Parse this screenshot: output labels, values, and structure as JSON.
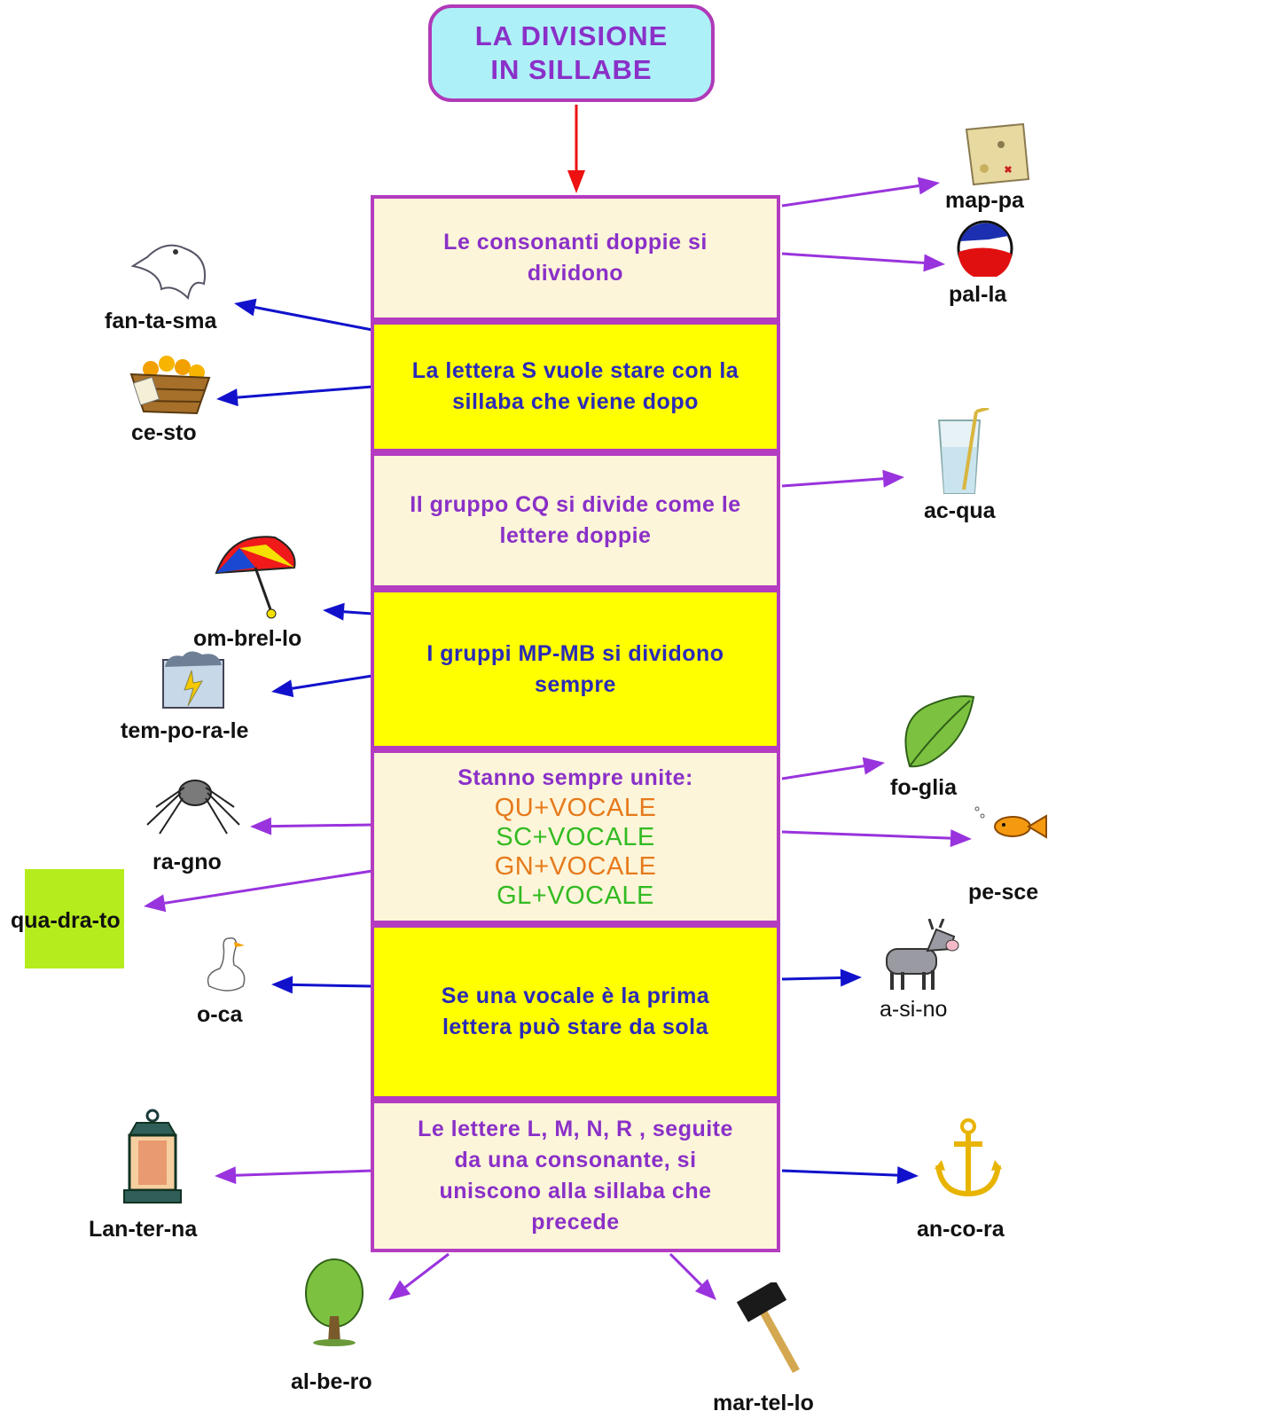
{
  "title": {
    "line1": "LA  DIVISIONE",
    "line2": "IN  SILLABE"
  },
  "rules": [
    {
      "lines": [
        "Le consonanti  doppie  si",
        "dividono"
      ]
    },
    {
      "lines": [
        "La lettera S vuole stare con la",
        "sillaba  che viene  dopo"
      ]
    },
    {
      "lines": [
        "Il gruppo  CQ si divide  come le",
        "lettere doppie"
      ]
    },
    {
      "lines": [
        "I gruppi  MP-MB  si dividono",
        "sempre"
      ]
    },
    {
      "lines": [
        "Stanno  sempre  unite:"
      ],
      "combos": [
        "QU+VOCALE",
        "SC+VOCALE",
        "GN+VOCALE",
        "GL+VOCALE"
      ]
    },
    {
      "lines": [
        "Se una vocale è la prima",
        "lettera può stare da sola"
      ]
    },
    {
      "lines": [
        "Le lettere L, M, N, R , seguite",
        "da una consonante,  si",
        "uniscono  alla sillaba  che",
        "precede"
      ]
    }
  ],
  "words": {
    "mappa": "map-pa",
    "palla": "pal-la",
    "fantasma": "fan-ta-sma",
    "cesto": "ce-sto",
    "acqua": "ac-qua",
    "ombrello": "om-brel-lo",
    "temporale": "tem-po-ra-le",
    "foglia": "fo-glia",
    "ragno": "ra-gno",
    "pesce": "pe-sce",
    "quadrato": "qua-dra-to",
    "oca": "o-ca",
    "asino": "a-si-no",
    "lanterna": "Lan-ter-na",
    "ancora": "an-co-ra",
    "albero": "al-be-ro",
    "martello": "mar-tel-lo"
  },
  "colors": {
    "title_bg": "#aef0f8",
    "border": "#b33cc0",
    "cream": "#fdf5d9",
    "yellow": "#ffff00",
    "purple_text": "#8a30c8",
    "blue_text": "#2a2ab8",
    "red_arrow": "#ee1111",
    "purple_arrow": "#9933dd",
    "blue_arrow": "#1111cc",
    "orange": "#e67a1c",
    "green": "#33bb22",
    "square": "#b5ec1d"
  },
  "icons": [
    "map-icon",
    "ball-icon",
    "ghost-icon",
    "basket-icon",
    "glass-icon",
    "umbrella-icon",
    "storm-cloud-icon",
    "leaf-icon",
    "spider-icon",
    "fish-icon",
    "goose-icon",
    "donkey-icon",
    "lantern-icon",
    "anchor-icon",
    "tree-icon",
    "hammer-icon"
  ]
}
